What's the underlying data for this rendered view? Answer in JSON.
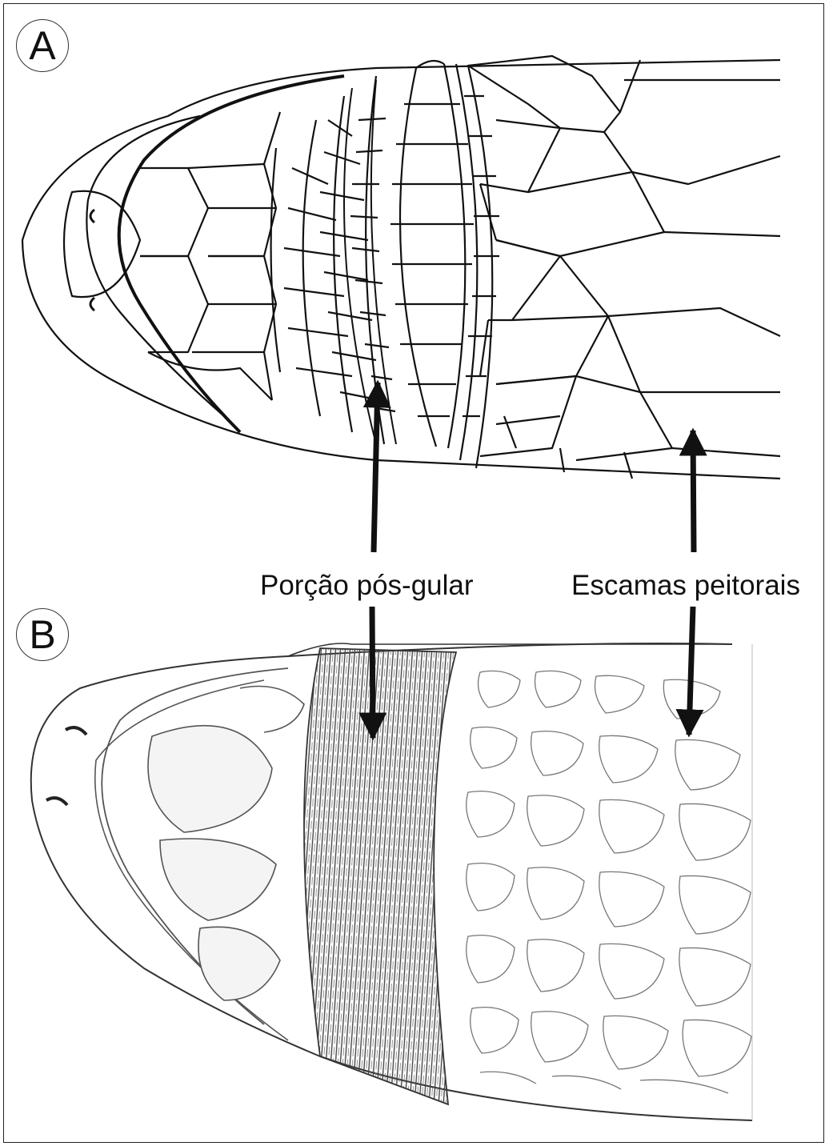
{
  "panels": {
    "a": {
      "label": "A"
    },
    "b": {
      "label": "B"
    }
  },
  "callouts": {
    "postgular": "Porção pós-gular",
    "pectoral": "Escamas peitorais"
  },
  "colors": {
    "line": "#111111",
    "pencil": "#555555",
    "background": "#ffffff"
  }
}
